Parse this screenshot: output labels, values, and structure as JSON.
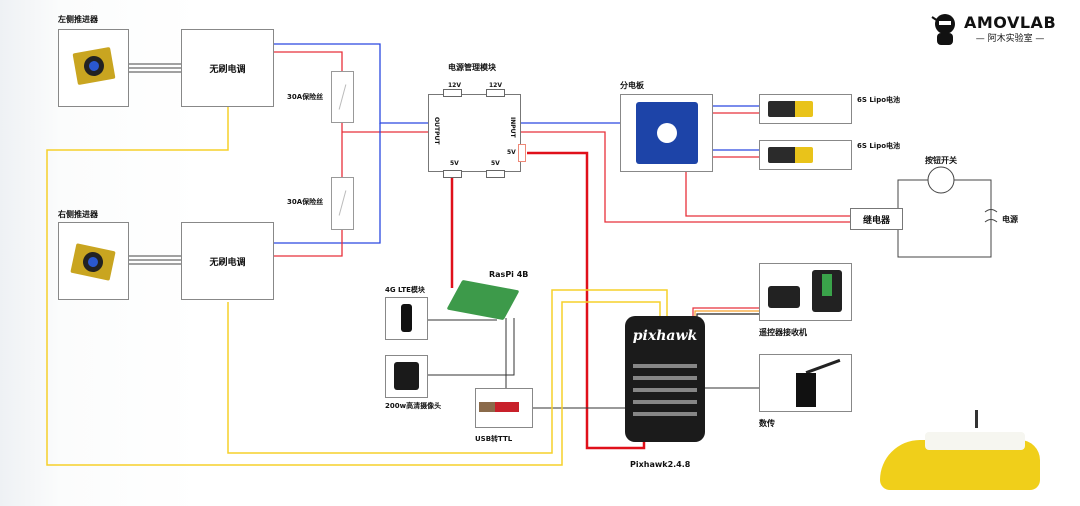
{
  "logo": {
    "brand": "AMOVLAB",
    "subtitle": "— 阿木实验室 —"
  },
  "left_thruster": {
    "title": "左侧推进器",
    "esc_label": "无刷电调"
  },
  "right_thruster": {
    "title": "右侧推进器",
    "esc_label": "无刷电调"
  },
  "fuses": [
    {
      "label": "30A保险丝"
    },
    {
      "label": "30A保险丝"
    }
  ],
  "power_module": {
    "title": "电源管理模块",
    "ports": {
      "top_left": "12V",
      "top_right": "12V",
      "bottom_left": "5V",
      "bottom_right": "5V",
      "side_5v": "5V"
    },
    "output_label": "OUTPUT",
    "input_label": "INPUT"
  },
  "distribution_board": {
    "title": "分电板"
  },
  "batteries": [
    {
      "label": "6S Lipo电池"
    },
    {
      "label": "6S Lipo电池"
    }
  ],
  "switch_circuit": {
    "button_label": "按钮开关",
    "relay_label": "继电器",
    "power_label": "电源"
  },
  "raspi": {
    "label": "RasPi 4B"
  },
  "lte": {
    "label": "4G LTE模块"
  },
  "camera": {
    "label": "200w高清摄像头"
  },
  "usb_ttl": {
    "label": "USB转TTL"
  },
  "pixhawk": {
    "label": "Pixhawk2.4.8",
    "brand": "pixhawk"
  },
  "rc_receiver": {
    "label": "遥控器接收机"
  },
  "telemetry": {
    "label": "数传"
  },
  "colors": {
    "positive": "#e8303a",
    "negative": "#2a48e0",
    "signal": "#f6d02a",
    "data": "#333333",
    "power5v": "#e0101a"
  }
}
